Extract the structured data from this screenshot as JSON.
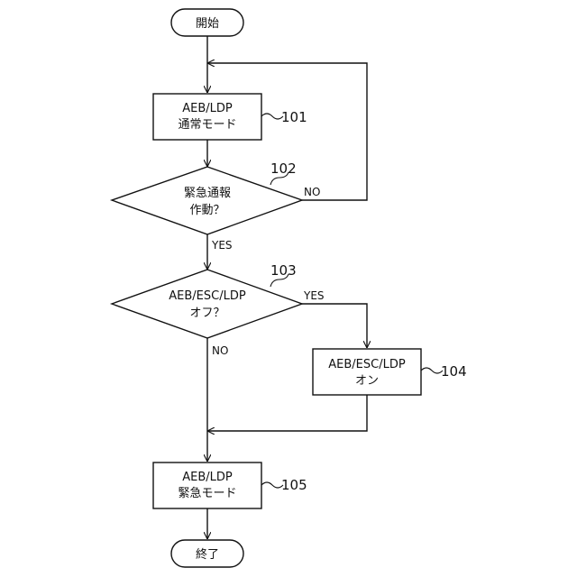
{
  "start": {
    "label": "開始"
  },
  "end": {
    "label": "終了"
  },
  "step101": {
    "line1": "AEB/LDP",
    "line2": "通常モード",
    "ref": "101"
  },
  "step102": {
    "line1": "緊急通報",
    "line2": "作動？",
    "ref": "102",
    "yes": "YES",
    "no": "NO"
  },
  "step103": {
    "line1": "AEB/ESC/LDP",
    "line2": "オフ？",
    "ref": "103",
    "yes": "YES",
    "no": "NO"
  },
  "step104": {
    "line1": "AEB/ESC/LDP",
    "line2": "オン",
    "ref": "104"
  },
  "step105": {
    "line1": "AEB/LDP",
    "line2": "緊急モード",
    "ref": "105"
  },
  "colors": {
    "stroke": "#111111",
    "background": "#ffffff"
  }
}
